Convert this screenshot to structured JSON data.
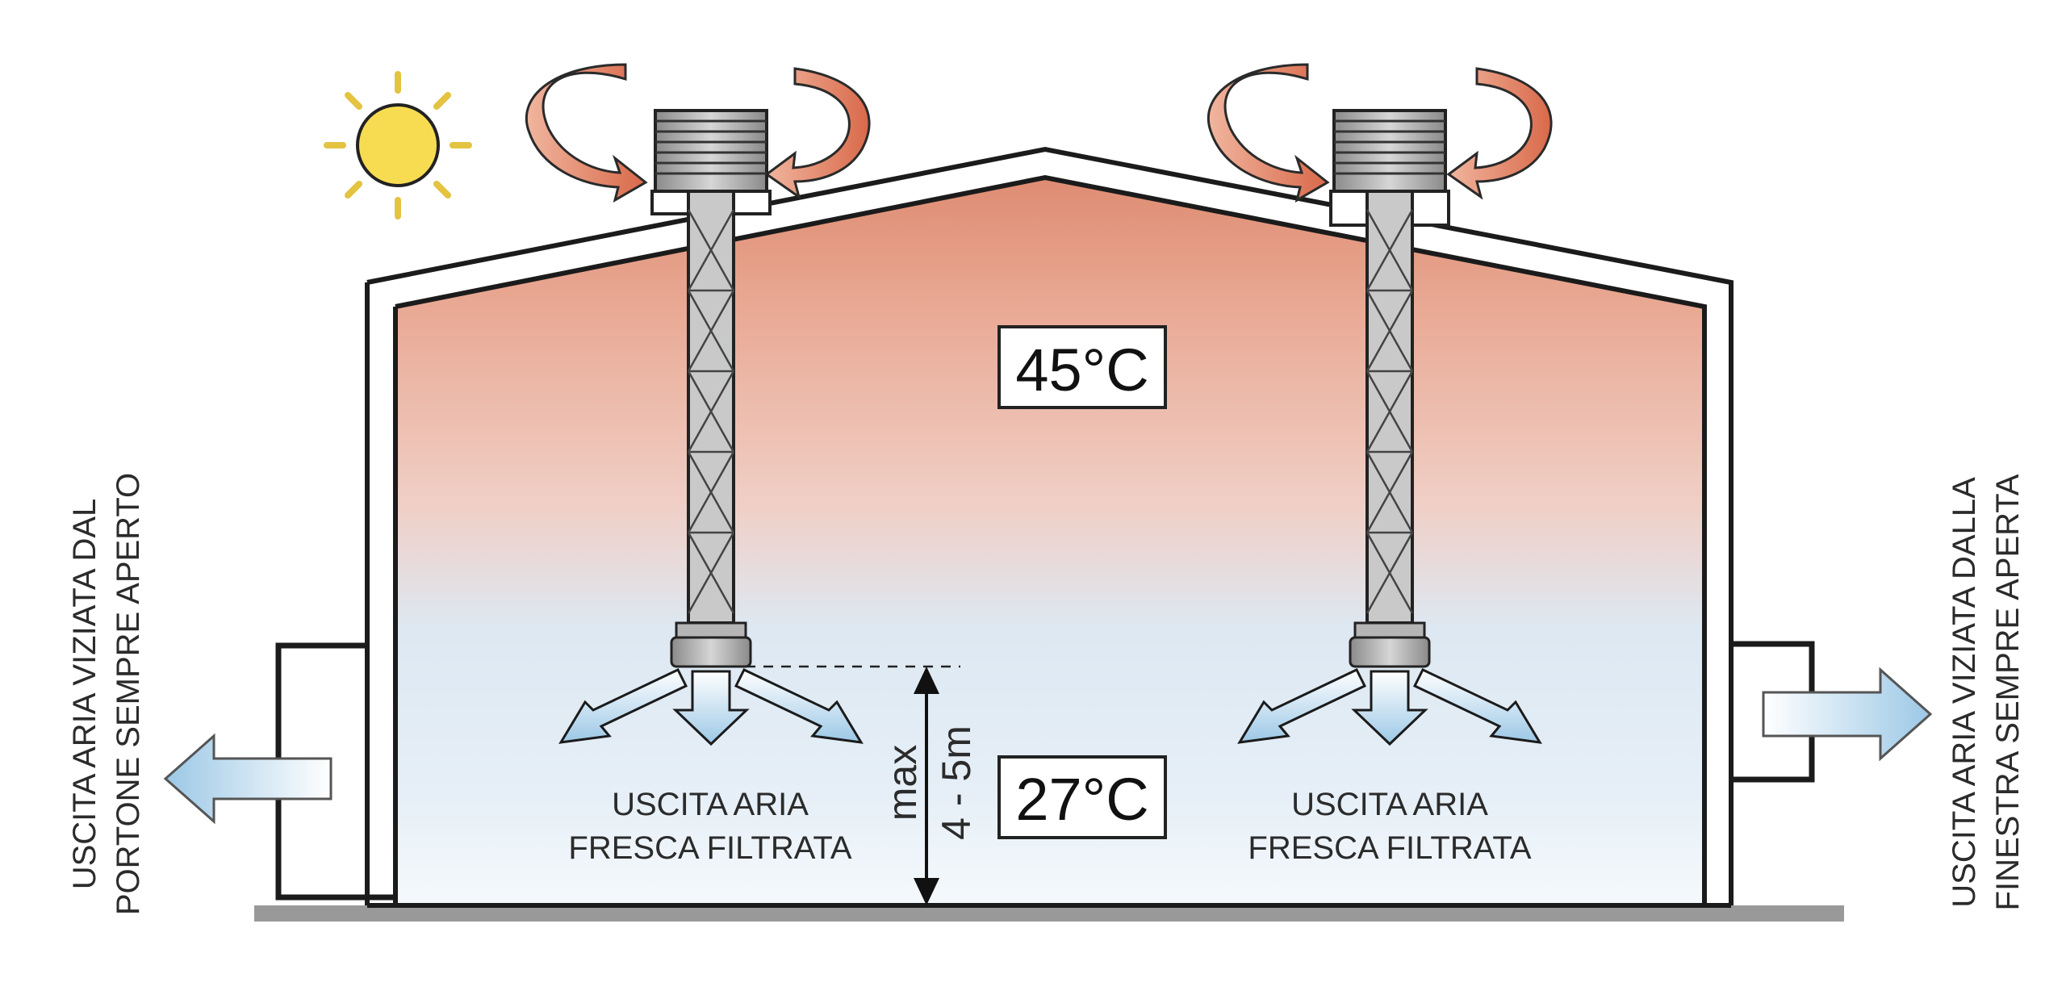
{
  "temperatures": {
    "top": "45°C",
    "bottom": "27°C"
  },
  "outlets": {
    "left_line1": "USCITA ARIA",
    "left_line2": "FRESCA FILTRATA",
    "right_line1": "USCITA ARIA",
    "right_line2": "FRESCA FILTRATA"
  },
  "height": {
    "line1": "max",
    "line2": "4 - 5m"
  },
  "side_labels": {
    "left_line1": "USCITA ARIA VIZIATA DAL",
    "left_line2": "PORTONE SEMPRE APERTO",
    "right_line1": "USCITA ARIA VIZIATA DALLA",
    "right_line2": "FINESTRA SEMPRE APERTA"
  },
  "colors": {
    "hot": "#e39a84",
    "cool": "#d8e8f4",
    "sun": "#f7dc52",
    "rotation_arrow": "#e07a5a",
    "air_arrow": "#a9cfea"
  },
  "icons": [
    "sun-icon",
    "rotation-arrow-icon",
    "roof-fan-icon",
    "air-outlet-arrow-icon",
    "exhaust-arrow-icon"
  ]
}
